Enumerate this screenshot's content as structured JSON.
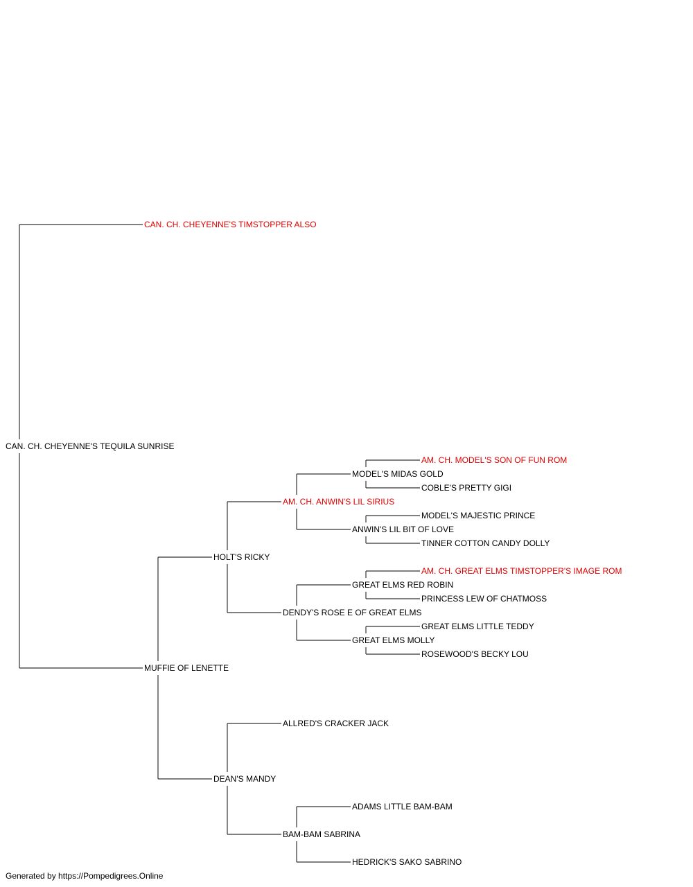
{
  "colors": {
    "champion": "#e00000",
    "normal": "#000000",
    "line": "#333333"
  },
  "pedigree": {
    "name": "CAN. CH. CHEYENNE'S TEQUILA SUNRISE",
    "champion": false,
    "sire": {
      "name": "CAN. CH. CHEYENNE'S TIMSTOPPER ALSO",
      "champion": true
    },
    "dam": {
      "name": "MUFFIE OF LENETTE",
      "champion": false,
      "sire": {
        "name": "HOLT'S RICKY",
        "champion": false,
        "sire": {
          "name": "AM. CH. ANWIN'S LIL SIRIUS",
          "champion": true,
          "sire": {
            "name": "MODEL'S MIDAS GOLD",
            "champion": false,
            "sire": {
              "name": "AM. CH. MODEL'S SON OF FUN ROM",
              "champion": true
            },
            "dam": {
              "name": "COBLE'S PRETTY GIGI",
              "champion": false
            }
          },
          "dam": {
            "name": "ANWIN'S LIL BIT OF LOVE",
            "champion": false,
            "sire": {
              "name": "MODEL'S MAJESTIC PRINCE",
              "champion": false
            },
            "dam": {
              "name": "TINNER COTTON CANDY DOLLY",
              "champion": false
            }
          }
        },
        "dam": {
          "name": "DENDY'S ROSE E OF GREAT ELMS",
          "champion": false,
          "sire": {
            "name": "GREAT ELMS RED ROBIN",
            "champion": false,
            "sire": {
              "name": "AM. CH. GREAT ELMS TIMSTOPPER'S IMAGE ROM",
              "champion": true
            },
            "dam": {
              "name": "PRINCESS LEW OF CHATMOSS",
              "champion": false
            }
          },
          "dam": {
            "name": "GREAT ELMS MOLLY",
            "champion": false,
            "sire": {
              "name": "GREAT ELMS LITTLE TEDDY",
              "champion": false
            },
            "dam": {
              "name": "ROSEWOOD'S BECKY LOU",
              "champion": false
            }
          }
        }
      },
      "dam": {
        "name": "DEAN'S MANDY",
        "champion": false,
        "sire": {
          "name": "ALLRED'S CRACKER JACK",
          "champion": false
        },
        "dam": {
          "name": "BAM-BAM SABRINA",
          "champion": false,
          "sire": {
            "name": "ADAMS LITTLE BAM-BAM",
            "champion": false
          },
          "dam": {
            "name": "HEDRICK'S SAKO SABRINO",
            "champion": false
          }
        }
      }
    }
  },
  "footer": "Generated by https://Pompedigrees.Online"
}
